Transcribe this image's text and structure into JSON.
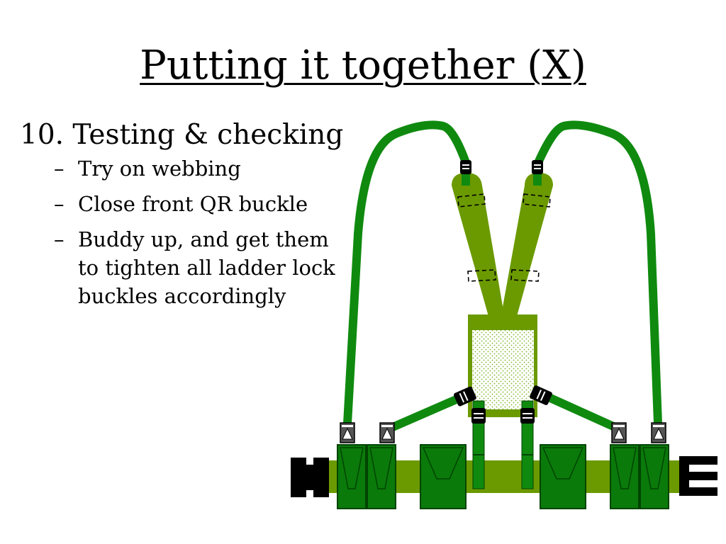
{
  "slide": {
    "title": "Putting it together (X)",
    "main_point": "10. Testing & checking",
    "bullets": [
      "Try on webbing",
      "Close front QR buckle",
      "Buddy up, and get them to tighten all ladder lock buckles accordingly"
    ],
    "bullet_marker": "–"
  },
  "figure": {
    "colors": {
      "yoke": "#6b9a00",
      "webbing": "#0f8a0f",
      "pouch": "#0a7a0a",
      "pouch_outline": "#004400",
      "buckle": "#000000",
      "mesh_dot": "#7ab42a"
    }
  }
}
